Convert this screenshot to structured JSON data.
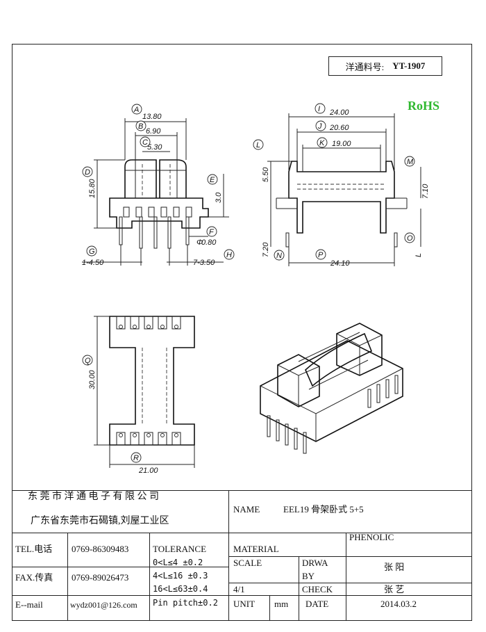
{
  "part_number": {
    "label": "洋通料号:",
    "value": "YT-1907"
  },
  "rohs": "RoHS",
  "dimensions": {
    "A": "13.80",
    "B": "6.90",
    "C": "5.30",
    "D": "15.80",
    "E": "3.0",
    "F": "0.80",
    "G": "1-4.50",
    "H": "7-3.50",
    "I": "24.00",
    "J": "20.60",
    "K": "19.00",
    "L": "5.50",
    "M": "7.10",
    "N": "7.20",
    "P": "24.10",
    "Q": "30.00",
    "R": "21.00",
    "F_prefix": "Φ"
  },
  "labels": [
    "A",
    "B",
    "C",
    "D",
    "E",
    "F",
    "G",
    "H",
    "I",
    "J",
    "K",
    "L",
    "M",
    "N",
    "O",
    "P",
    "Q",
    "R"
  ],
  "side_letter": "L",
  "title_block": {
    "company": "东 莞 市 洋 通 电 子 有 限 公 司",
    "address": "广东省东莞市石碣镇,刘屋工业区",
    "name_label": "NAME",
    "name_value": "EEL19 骨架卧式 5+5",
    "tel_label": "TEL.电话",
    "tel_value": "0769-86309483",
    "fax_label": "FAX.传真",
    "fax_value": "0769-89026473",
    "email_label": "E--mail",
    "email_value": "wydz001@126.com",
    "tolerance_label": "TOLERANCE",
    "tolerances": [
      "0<L≤4   ±0.2",
      "4<L≤16  ±0.3",
      "16<L≤63±0.4",
      "Pin pitch±0.2"
    ],
    "material_label": "MATERIAL",
    "material_value": "PHENOLIC",
    "scale_label": "SCALE",
    "scale_value": "4/1",
    "drawn_label_1": "DRWA",
    "drawn_label_2": "BY",
    "drawn_value": "张 阳",
    "check_label": "CHECK",
    "check_value": "张 艺",
    "unit_label": "UNIT",
    "unit_value": "mm",
    "date_label": "DATE",
    "date_value": "2014.03.2"
  }
}
